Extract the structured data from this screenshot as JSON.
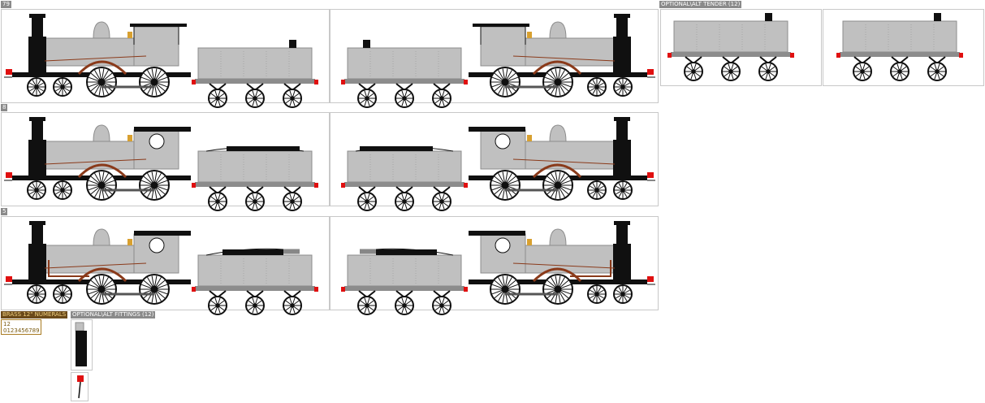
{
  "sections": [
    {
      "label": "79"
    },
    {
      "label": "8"
    },
    {
      "label": "5"
    }
  ],
  "optional_tender": {
    "label": "OPTIONAL\\ALT TENDER (12)"
  },
  "brass_numerals": {
    "label": "BRASS 12\" NUMERALS",
    "row1": "12",
    "row2": "0123456789"
  },
  "optional_fittings": {
    "label": "OPTIONAL\\ALT FITTINGS (12)"
  },
  "colors": {
    "body": "#c0c0c0",
    "body_dark": "#8c8c8c",
    "black": "#101010",
    "copper": "#8a3a1a",
    "brass": "#d8a030",
    "buffer_red": "#e01010"
  }
}
